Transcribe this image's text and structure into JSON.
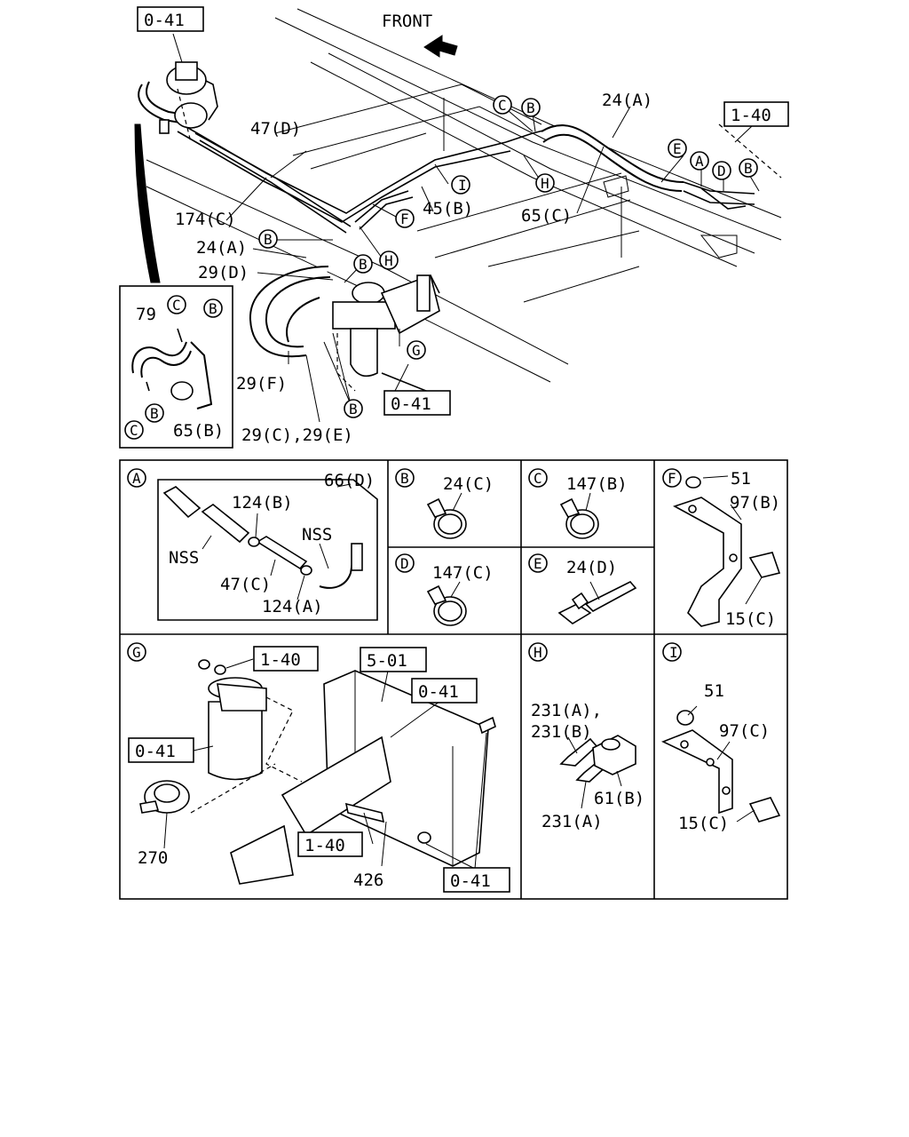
{
  "direction": {
    "label": "FRONT"
  },
  "main": {
    "callouts": {
      "b1": "B",
      "c1": "C",
      "e1": "E",
      "a1": "A",
      "d1": "D",
      "b2": "B",
      "i1": "I",
      "h1": "H",
      "f1": "F",
      "b3": "B",
      "b4": "B",
      "h2": "H",
      "g1": "G",
      "b5": "B"
    },
    "labels": {
      "p24a_top": "24(A)",
      "p47d": "47(D)",
      "p45b": "45(B)",
      "p65c": "65(C)",
      "p174c": "174(C)",
      "p24a_mid": "24(A)",
      "p29d": "29(D)",
      "p29f": "29(F)",
      "p29ce": "29(C),29(E)"
    },
    "refs": {
      "r041_top": "0-41",
      "r140_top": "1-40",
      "r041_mid": "0-41"
    }
  },
  "inset": {
    "labels": {
      "p79": "79",
      "p65b": "65(B)"
    },
    "callouts": {
      "c1": "C",
      "b1": "B",
      "c2": "C",
      "b2": "B"
    }
  },
  "detail_a": {
    "letter": "A",
    "labels": {
      "p66d": "66(D)",
      "p124b": "124(B)",
      "nss1": "NSS",
      "nss2": "NSS",
      "p47c": "47(C)",
      "p124a": "124(A)"
    }
  },
  "detail_b": {
    "letter": "B",
    "label": "24(C)"
  },
  "detail_c": {
    "letter": "C",
    "label": "147(B)"
  },
  "detail_d": {
    "letter": "D",
    "label": "147(C)"
  },
  "detail_e": {
    "letter": "E",
    "label": "24(D)"
  },
  "detail_f": {
    "letter": "F",
    "labels": {
      "p51": "51",
      "p97b": "97(B)",
      "p15c": "15(C)"
    }
  },
  "detail_g": {
    "letter": "G",
    "labels": {
      "p270": "270",
      "p426": "426"
    },
    "refs": {
      "r140a": "1-40",
      "r501": "5-01",
      "r041a": "0-41",
      "r041b": "0-41",
      "r140b": "1-40",
      "r041c": "0-41"
    }
  },
  "detail_h": {
    "letter": "H",
    "labels": {
      "p231ab_1": "231(A),",
      "p231ab_2": "231(B)",
      "p61b": "61(B)",
      "p231a": "231(A)"
    }
  },
  "detail_i": {
    "letter": "I",
    "labels": {
      "p51": "51",
      "p97c": "97(C)",
      "p15c": "15(C)"
    }
  }
}
